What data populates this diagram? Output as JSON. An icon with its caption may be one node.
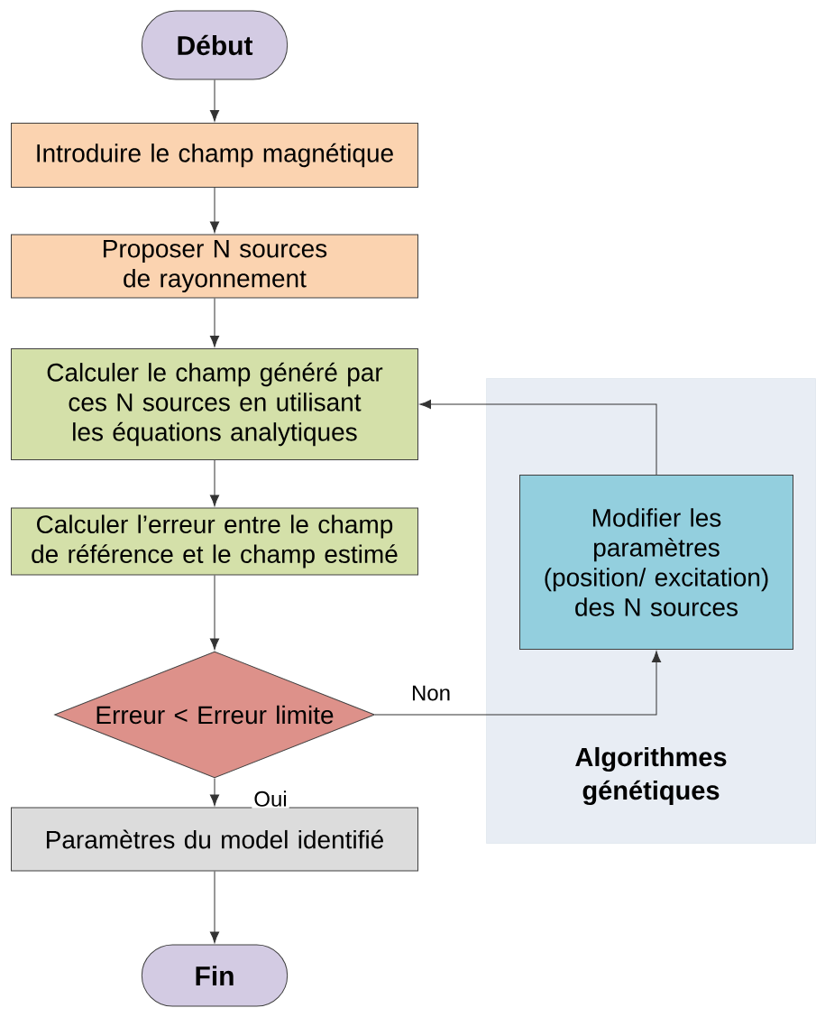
{
  "diagram": {
    "nodes": [
      {
        "text": [
          "Début"
        ]
      },
      {
        "text": [
          "Introduire le champ magnétique"
        ]
      },
      {
        "text": [
          "Proposer N sources de rayonnement"
        ]
      },
      {
        "text": [
          "Calculer le champ généré par ces N sources en utilisant les équations analytiques"
        ]
      },
      {
        "text": [
          "Calculer l’erreur entre le champ de référence et le champ estimé"
        ]
      },
      {
        "text": [
          "Erreur < Erreur limite"
        ]
      },
      {
        "text": [
          "Paramètres du model identifié"
        ]
      },
      {
        "text": [
          "Fin"
        ]
      },
      {
        "text": [
          "Algorithmes génétiques"
        ]
      },
      {
        "text": [
          "Modifier les paramètres (position/ excitation) des N sources"
        ],
        "in": 8
      }
    ],
    "edges": [
      {
        "from": 0,
        "to": 1,
        "arrow": "to"
      },
      {
        "from": 1,
        "to": 2,
        "arrow": "to"
      },
      {
        "from": 2,
        "to": 3,
        "arrow": "to"
      },
      {
        "from": 3,
        "to": 4,
        "arrow": "to"
      },
      {
        "from": 4,
        "to": 5,
        "arrow": "to"
      },
      {
        "from": 5,
        "to": 6,
        "arrow": "to",
        "label": "Oui"
      },
      {
        "from": 6,
        "to": 7,
        "arrow": "to"
      },
      {
        "from": 5,
        "to": 9,
        "arrow": "to",
        "label": "Non"
      },
      {
        "from": 9,
        "to": 3,
        "arrow": "to"
      }
    ]
  }
}
